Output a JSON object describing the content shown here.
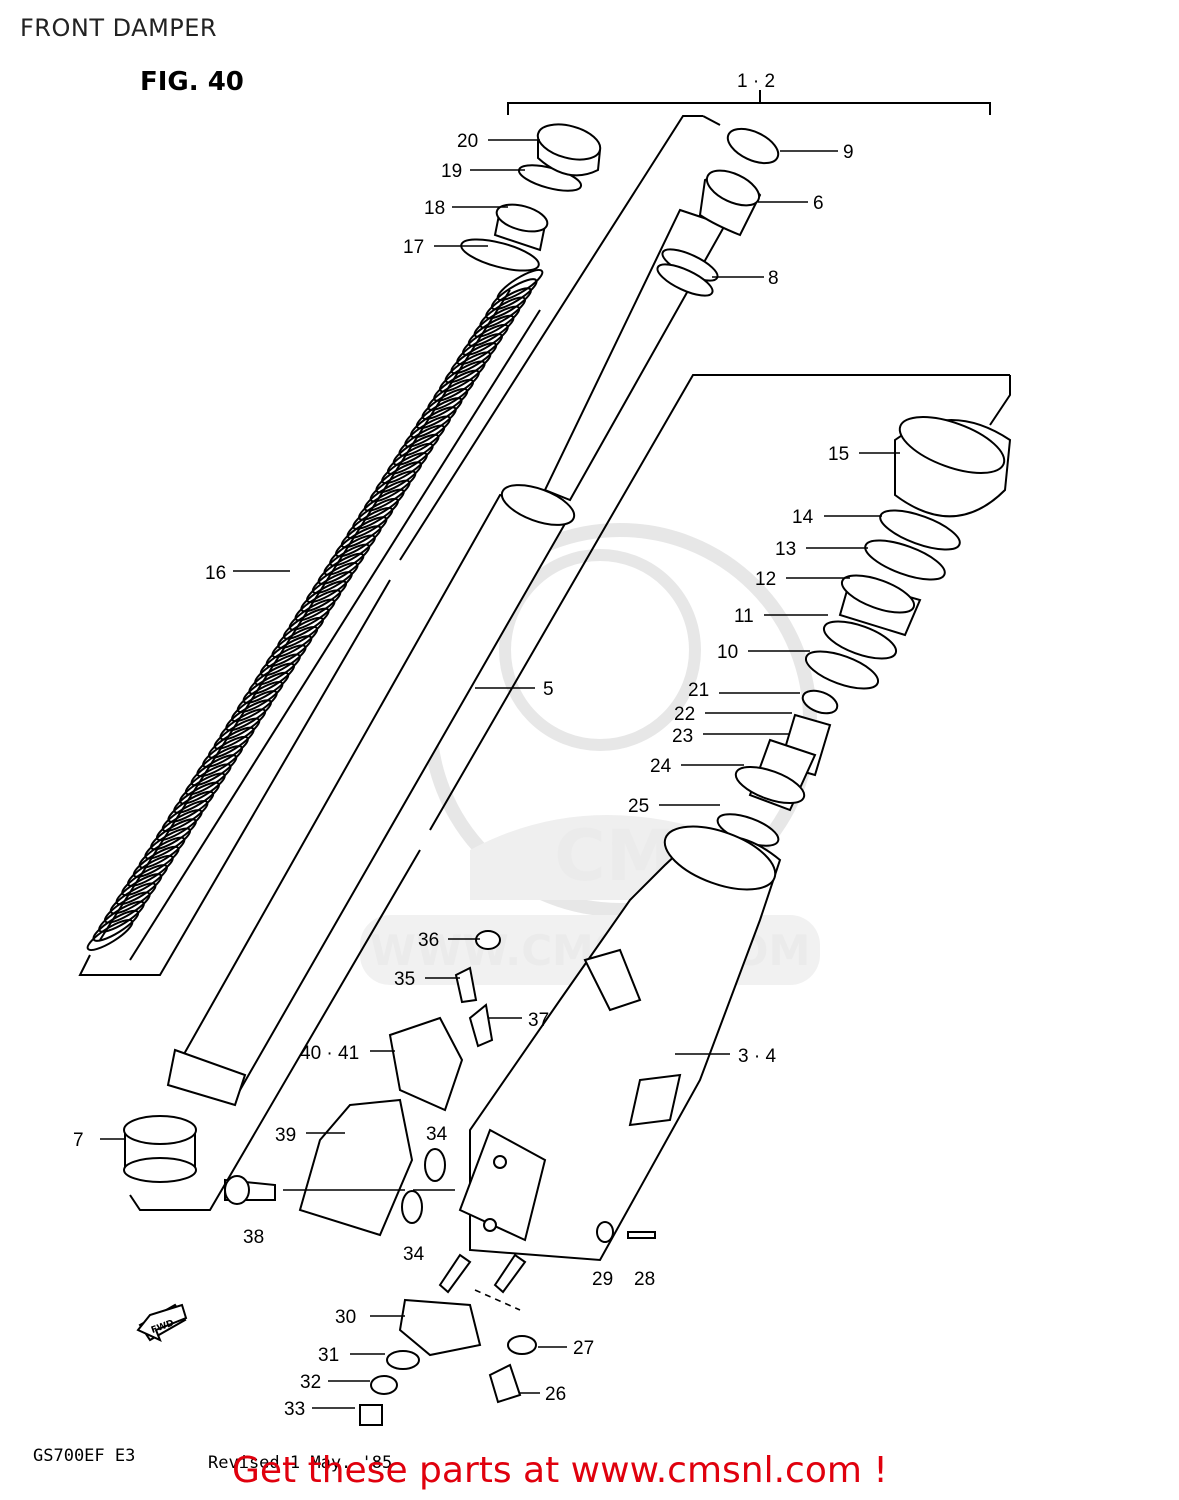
{
  "header": {
    "title": "FRONT DAMPER"
  },
  "figure": {
    "id": "FIG. 40",
    "group_label": "1 · 2"
  },
  "callouts": {
    "c1_2": "1 · 2",
    "c3_4": "3 · 4",
    "c5": "5",
    "c6": "6",
    "c7": "7",
    "c8": "8",
    "c9": "9",
    "c10": "10",
    "c11": "11",
    "c12": "12",
    "c13": "13",
    "c14": "14",
    "c15": "15",
    "c16": "16",
    "c17": "17",
    "c18": "18",
    "c19": "19",
    "c20": "20",
    "c21": "21",
    "c22": "22",
    "c23": "23",
    "c24": "24",
    "c25": "25",
    "c26": "26",
    "c27": "27",
    "c28": "28",
    "c29": "29",
    "c30": "30",
    "c31": "31",
    "c32": "32",
    "c33": "33",
    "c34a": "34",
    "c34b": "34",
    "c35": "35",
    "c36": "36",
    "c37": "37",
    "c38": "38",
    "c39": "39",
    "c40_41": "40 · 41"
  },
  "watermark": {
    "text": "WWW.CMSNL.COM",
    "logo": "CMS"
  },
  "footer": {
    "model": "GS700EF  E3",
    "revision": "Revised 1 May. '85",
    "cta": "Get these parts at www.cmsnl.com !"
  },
  "fwd_arrow_label": "FWD"
}
